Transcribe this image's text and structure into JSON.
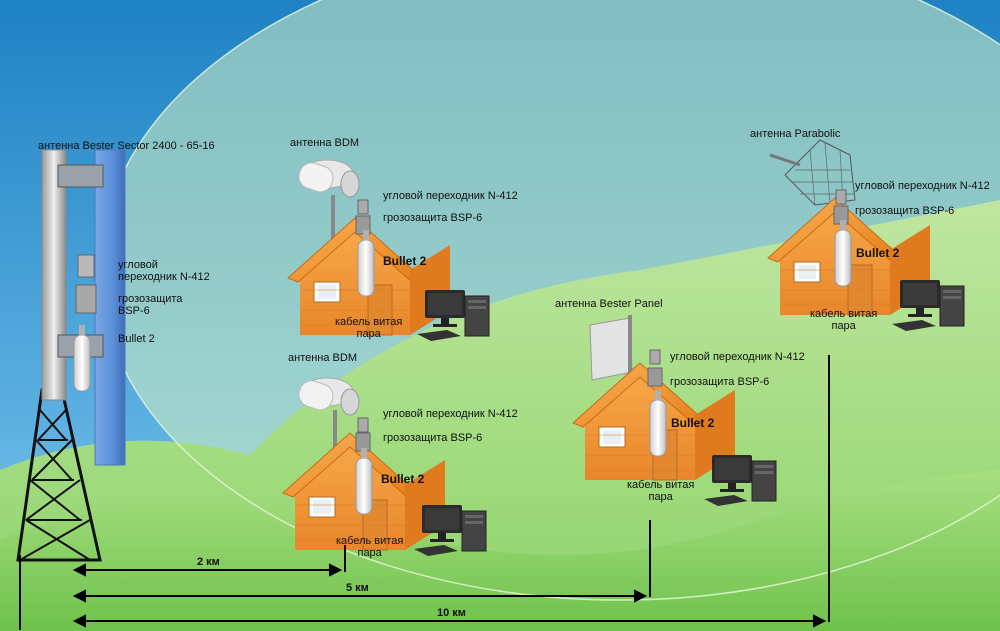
{
  "tower": {
    "antenna_label": "антенна Bester Sector 2400 - 65-16",
    "adapter_label": "угловой\nпереходник N-412",
    "surge_label": "грозозащита\nBSP-6",
    "bullet_label": "Bullet 2"
  },
  "sites": [
    {
      "antenna_label": "антенна BDM",
      "adapter_label": "угловой переходник N-412",
      "surge_label": "грозозащита BSP-6",
      "bullet_label": "Bullet 2",
      "cable_label": "кабель витая\nпара"
    },
    {
      "antenna_label": "антенна BDM",
      "adapter_label": "угловой переходник N-412",
      "surge_label": "грозозащита BSP-6",
      "bullet_label": "Bullet 2",
      "cable_label": "кабель витая\nпара"
    },
    {
      "antenna_label": "антенна Bester Panel",
      "adapter_label": "угловой переходник N-412",
      "surge_label": "грозозащита BSP-6",
      "bullet_label": "Bullet 2",
      "cable_label": "кабель витая\nпара"
    },
    {
      "antenna_label": "антенна Parabolic",
      "adapter_label": "угловой переходник N-412",
      "surge_label": "грозозащита BSP-6",
      "bullet_label": "Bullet 2",
      "cable_label": "кабель витая\nпара"
    }
  ],
  "distances": [
    "2 км",
    "5 км",
    "10 км"
  ],
  "colors": {
    "sky": "#1e82c4",
    "grass_light": "#c6e9a4",
    "grass": "#8fd06a",
    "house_wall": "#f39a3a",
    "roof": "#f7941d",
    "antenna_panel": "#5b8fd8"
  }
}
